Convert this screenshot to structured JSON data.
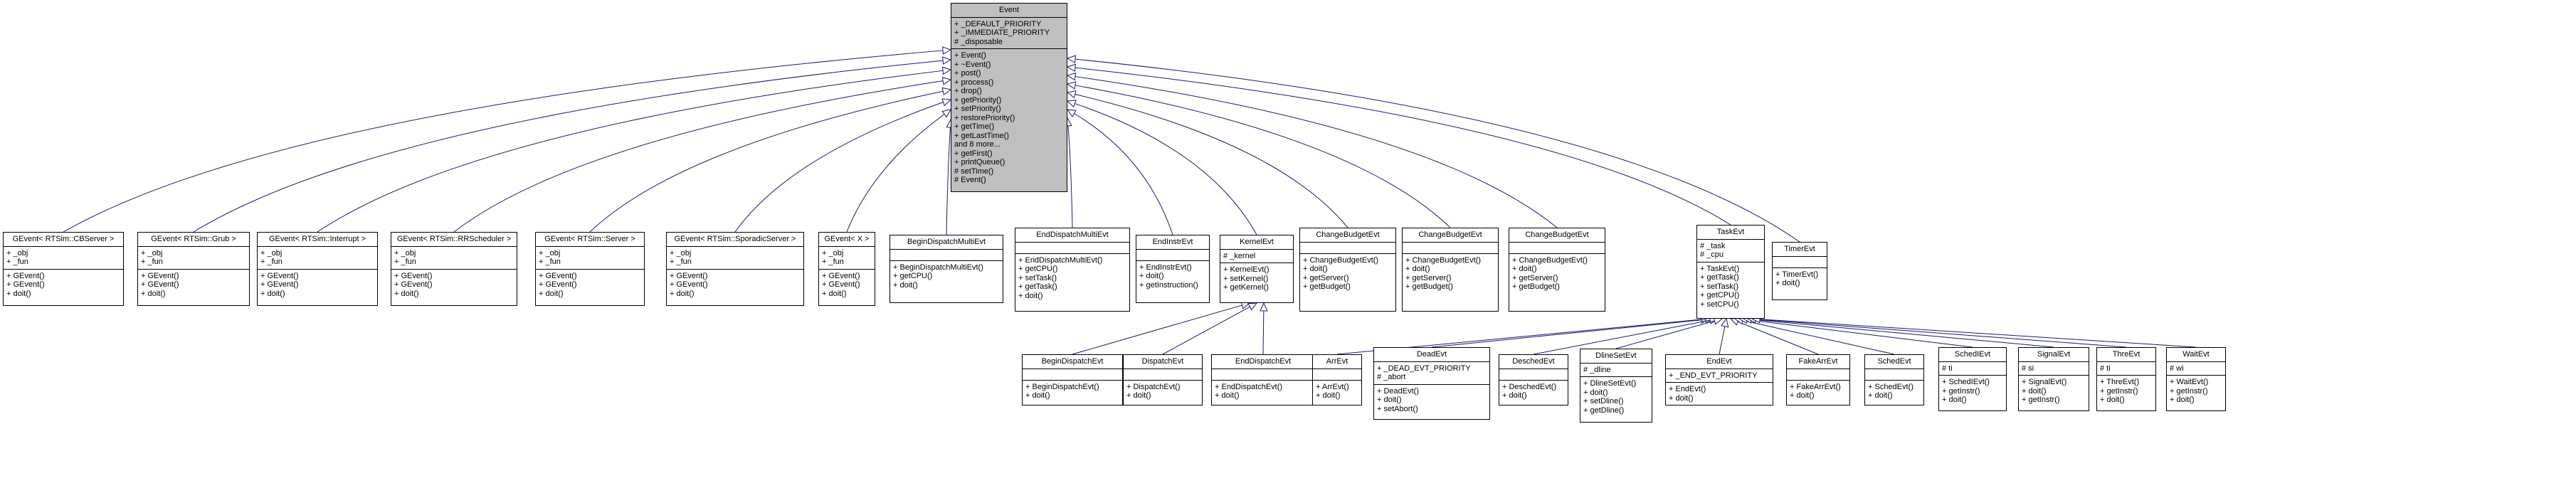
{
  "arrow_color": "#191970",
  "root": {
    "name": "Event",
    "attributes": [
      "+ _DEFAULT_PRIORITY",
      "+ _IMMEDIATE_PRIORITY",
      "# _disposable"
    ],
    "methods": [
      "+ Event()",
      "+ ~Event()",
      "+ post()",
      "+ process()",
      "+ drop()",
      "+ getPriority()",
      "+ setPriority()",
      "+ restorePriority()",
      "+ getTime()",
      "+ getLastTime()",
      "and 8 more...",
      "+ getFirst()",
      "+ printQueue()",
      "# setTime()",
      "# Event()"
    ]
  },
  "level1": [
    {
      "name": "GEvent< RTSim::CBServer >",
      "attributes": [
        "+ _obj",
        "+ _fun"
      ],
      "methods": [
        "+ GEvent()",
        "+ GEvent()",
        "+ doit()"
      ]
    },
    {
      "name": "GEvent< RTSim::Grub >",
      "attributes": [
        "+ _obj",
        "+ _fun"
      ],
      "methods": [
        "+ GEvent()",
        "+ GEvent()",
        "+ doit()"
      ]
    },
    {
      "name": "GEvent< RTSim::Interrupt >",
      "attributes": [
        "+ _obj",
        "+ _fun"
      ],
      "methods": [
        "+ GEvent()",
        "+ GEvent()",
        "+ doit()"
      ]
    },
    {
      "name": "GEvent< RTSim::RRScheduler >",
      "attributes": [
        "+ _obj",
        "+ _fun"
      ],
      "methods": [
        "+ GEvent()",
        "+ GEvent()",
        "+ doit()"
      ]
    },
    {
      "name": "GEvent< RTSim::Server >",
      "attributes": [
        "+ _obj",
        "+ _fun"
      ],
      "methods": [
        "+ GEvent()",
        "+ GEvent()",
        "+ doit()"
      ]
    },
    {
      "name": "GEvent< RTSim::SporadicServer >",
      "attributes": [
        "+ _obj",
        "+ _fun"
      ],
      "methods": [
        "+ GEvent()",
        "+ GEvent()",
        "+ doit()"
      ]
    },
    {
      "name": "GEvent< X >",
      "attributes": [
        "+ _obj",
        "+ _fun"
      ],
      "methods": [
        "+ GEvent()",
        "+ GEvent()",
        "+ doit()"
      ]
    },
    {
      "name": "BeginDispatchMultiEvt",
      "attributes": [],
      "methods": [
        "+ BeginDispatchMultiEvt()",
        "+ getCPU()",
        "+ doit()"
      ]
    },
    {
      "name": "EndDispatchMultiEvt",
      "attributes": [],
      "methods": [
        "+ EndDispatchMultiEvt()",
        "+ getCPU()",
        "+ setTask()",
        "+ getTask()",
        "+ doit()"
      ]
    },
    {
      "name": "EndInstrEvt",
      "attributes": [],
      "methods": [
        "+ EndInstrEvt()",
        "+ doit()",
        "+ getInstruction()"
      ]
    },
    {
      "name": "KernelEvt",
      "attributes": [
        "# _kernel"
      ],
      "methods": [
        "+ KernelEvt()",
        "+ setKernel()",
        "+ getKernel()"
      ]
    },
    {
      "name": "ChangeBudgetEvt",
      "attributes": [],
      "methods": [
        "+ ChangeBudgetEvt()",
        "+ doit()",
        "+ getServer()",
        "+ getBudget()"
      ]
    },
    {
      "name": "ChangeBudgetEvt",
      "attributes": [],
      "methods": [
        "+ ChangeBudgetEvt()",
        "+ doit()",
        "+ getServer()",
        "+ getBudget()"
      ]
    },
    {
      "name": "ChangeBudgetEvt",
      "attributes": [],
      "methods": [
        "+ ChangeBudgetEvt()",
        "+ doit()",
        "+ getServer()",
        "+ getBudget()"
      ]
    },
    {
      "name": "TaskEvt",
      "attributes": [
        "# _task",
        "# _cpu"
      ],
      "methods": [
        "+ TaskEvt()",
        "+ getTask()",
        "+ setTask()",
        "+ getCPU()",
        "+ setCPU()"
      ]
    },
    {
      "name": "TimerEvt",
      "attributes": [],
      "methods": [
        "+ TimerEvt()",
        "+ doit()"
      ]
    }
  ],
  "kernel_children": [
    {
      "name": "BeginDispatchEvt",
      "attributes": [],
      "methods": [
        "+ BeginDispatchEvt()",
        "+ doit()"
      ]
    },
    {
      "name": "DispatchEvt",
      "attributes": [],
      "methods": [
        "+ DispatchEvt()",
        "+ doit()"
      ]
    },
    {
      "name": "EndDispatchEvt",
      "attributes": [],
      "methods": [
        "+ EndDispatchEvt()",
        "+ doit()"
      ]
    }
  ],
  "task_children": [
    {
      "name": "ArrEvt",
      "attributes": [],
      "methods": [
        "+ ArrEvt()",
        "+ doit()"
      ]
    },
    {
      "name": "DeadEvt",
      "attributes": [
        "+ _DEAD_EVT_PRIORITY",
        "# _abort"
      ],
      "methods": [
        "+ DeadEvt()",
        "+ doit()",
        "+ setAbort()"
      ]
    },
    {
      "name": "DeschedEvt",
      "attributes": [],
      "methods": [
        "+ DeschedEvt()",
        "+ doit()"
      ]
    },
    {
      "name": "DlineSetEvt",
      "attributes": [
        "# _dline"
      ],
      "methods": [
        "+ DlineSetEvt()",
        "+ doit()",
        "+ setDline()",
        "+ getDline()"
      ]
    },
    {
      "name": "EndEvt",
      "attributes": [
        "+ _END_EVT_PRIORITY"
      ],
      "methods": [
        "+ EndEvt()",
        "+ doit()"
      ]
    },
    {
      "name": "FakeArrEvt",
      "attributes": [],
      "methods": [
        "+ FakeArrEvt()",
        "+ doit()"
      ]
    },
    {
      "name": "SchedEvt",
      "attributes": [],
      "methods": [
        "+ SchedEvt()",
        "+ doit()"
      ]
    },
    {
      "name": "SchedIEvt",
      "attributes": [
        "# ti"
      ],
      "methods": [
        "+ SchedIEvt()",
        "+ getInstr()",
        "+ doit()"
      ]
    },
    {
      "name": "SignalEvt",
      "attributes": [
        "# si"
      ],
      "methods": [
        "+ SignalEvt()",
        "+ doit()",
        "+ getInstr()"
      ]
    },
    {
      "name": "ThreEvt",
      "attributes": [
        "# ti"
      ],
      "methods": [
        "+ ThreEvt()",
        "+ getInstr()",
        "+ doit()"
      ]
    },
    {
      "name": "WaitEvt",
      "attributes": [
        "# wi"
      ],
      "methods": [
        "+ WaitEvt()",
        "+ getInstr()",
        "+ doit()"
      ]
    }
  ]
}
